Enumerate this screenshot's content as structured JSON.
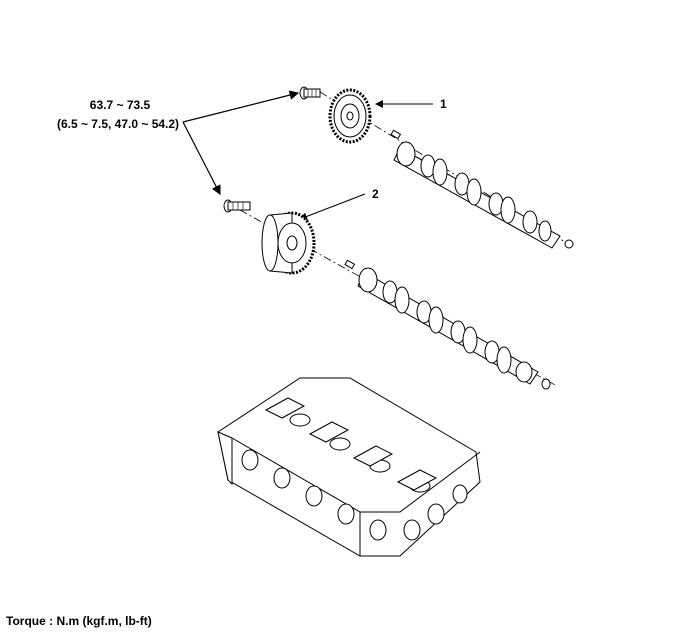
{
  "torque_spec": {
    "line1": "63.7 ~ 73.5",
    "line2": "(6.5 ~ 7.5, 47.0 ~ 54.2)"
  },
  "callouts": {
    "one": "1",
    "two": "2"
  },
  "footer": {
    "torque_units": "Torque : N.m (kgf.m, lb-ft)"
  }
}
